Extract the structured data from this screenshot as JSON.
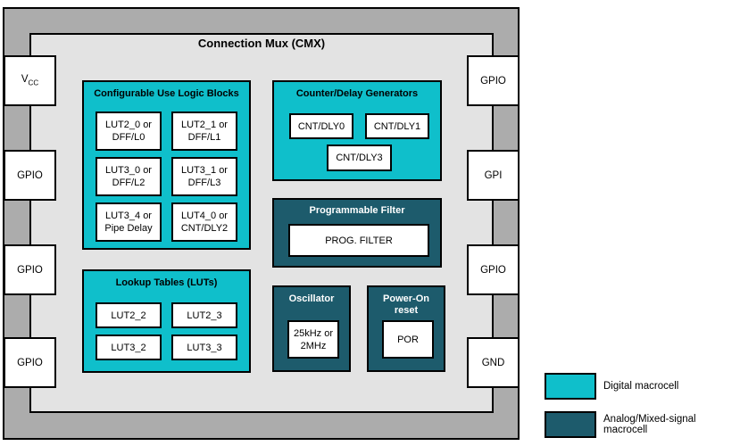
{
  "colors": {
    "digital": "#0FBFCB",
    "analog": "#1D5B6C",
    "frame_outer": "#ACACAC",
    "frame_inner": "#E3E3E3"
  },
  "title": "Connection Mux (CMX)",
  "pins": {
    "left": [
      {
        "text": "V",
        "sub": "CC"
      },
      {
        "text": "GPIO"
      },
      {
        "text": "GPIO"
      },
      {
        "text": "GPIO"
      }
    ],
    "right": [
      {
        "text": "GPIO"
      },
      {
        "text": "GPI"
      },
      {
        "text": "GPIO"
      },
      {
        "text": "GND"
      }
    ]
  },
  "blocks": {
    "culb": {
      "title": "Configurable Use Logic Blocks",
      "cells": [
        "LUT2_0 or\nDFF/L0",
        "LUT2_1 or\nDFF/L1",
        "LUT3_0 or\nDFF/L2",
        "LUT3_1 or\nDFF/L3",
        "LUT3_4 or\nPipe Delay",
        "LUT4_0 or\nCNT/DLY2"
      ]
    },
    "counters": {
      "title": "Counter/Delay Generators",
      "cells": [
        "CNT/DLY0",
        "CNT/DLY1",
        "CNT/DLY3"
      ]
    },
    "prog_filter": {
      "title": "Programmable Filter",
      "cell": "PROG. FILTER"
    },
    "luts": {
      "title": "Lookup Tables (LUTs)",
      "cells": [
        "LUT2_2",
        "LUT2_3",
        "LUT3_2",
        "LUT3_3"
      ]
    },
    "oscillator": {
      "title": "Oscillator",
      "cell": "25kHz or\n2MHz"
    },
    "por": {
      "title": "Power-On\nreset",
      "cell": "POR"
    }
  },
  "legend": [
    {
      "label": "Digital macrocell",
      "color_key": "digital"
    },
    {
      "label": "Analog/Mixed-signal macrocell",
      "color_key": "analog"
    }
  ]
}
